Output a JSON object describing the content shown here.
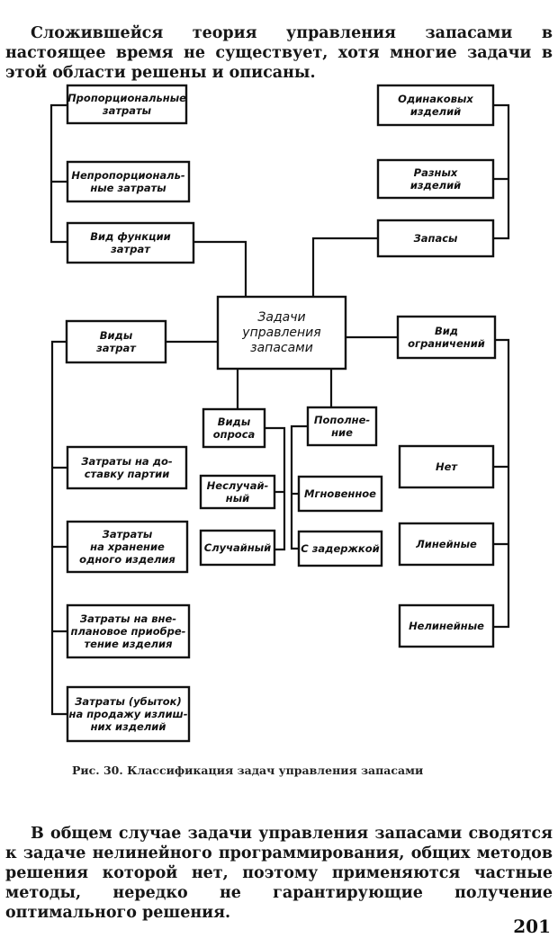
{
  "intro_text": "Сложившейся теория управления запасами в настоящее время не существует, хотя многие задачи в этой области решены и описаны.",
  "diagram": {
    "center": [
      "Задачи",
      "управления",
      "запасами"
    ],
    "top_left": [
      [
        "Пропорциональные",
        "затраты"
      ],
      [
        "Непропорциональ-",
        "ные затраты"
      ],
      [
        "Вид функции",
        "затрат"
      ]
    ],
    "top_right": [
      [
        "Одинаковых",
        "изделий"
      ],
      [
        "Разных",
        "изделий"
      ],
      [
        "Запасы"
      ]
    ],
    "cost_types": [
      "Виды",
      "затрат"
    ],
    "cost_items": [
      [
        "Затраты на до-",
        "ставку партии"
      ],
      [
        "Затраты",
        "на хранение",
        "одного изделия"
      ],
      [
        "Затраты на вне-",
        "плановое приобре-",
        "тение изделия"
      ],
      [
        "Затраты (убыток)",
        "на продажу излиш-",
        "них изделий"
      ]
    ],
    "demand_types": [
      "Виды",
      "опроса"
    ],
    "demand_items": [
      [
        "Неслучай-",
        "ный"
      ],
      [
        "Случайный"
      ]
    ],
    "replenishment": [
      "Пополне-",
      "ние"
    ],
    "replenishment_items": [
      [
        "Мгновенное"
      ],
      [
        "С задержкой"
      ]
    ],
    "constraint_types": [
      "Вид",
      "ограничений"
    ],
    "constraint_items": [
      [
        "Нет"
      ],
      [
        "Линейные"
      ],
      [
        "Нелинейные"
      ]
    ]
  },
  "caption": "Рис. 30. Классификация задач управления запасами",
  "outro_text": "В общем случае задачи управления запасами сводятся к задаче нелинейного программирования, общих методов решения которой нет, поэтому применяются частные методы, нередко не гарантирующие получение оптимального решения.",
  "page_number": "201"
}
